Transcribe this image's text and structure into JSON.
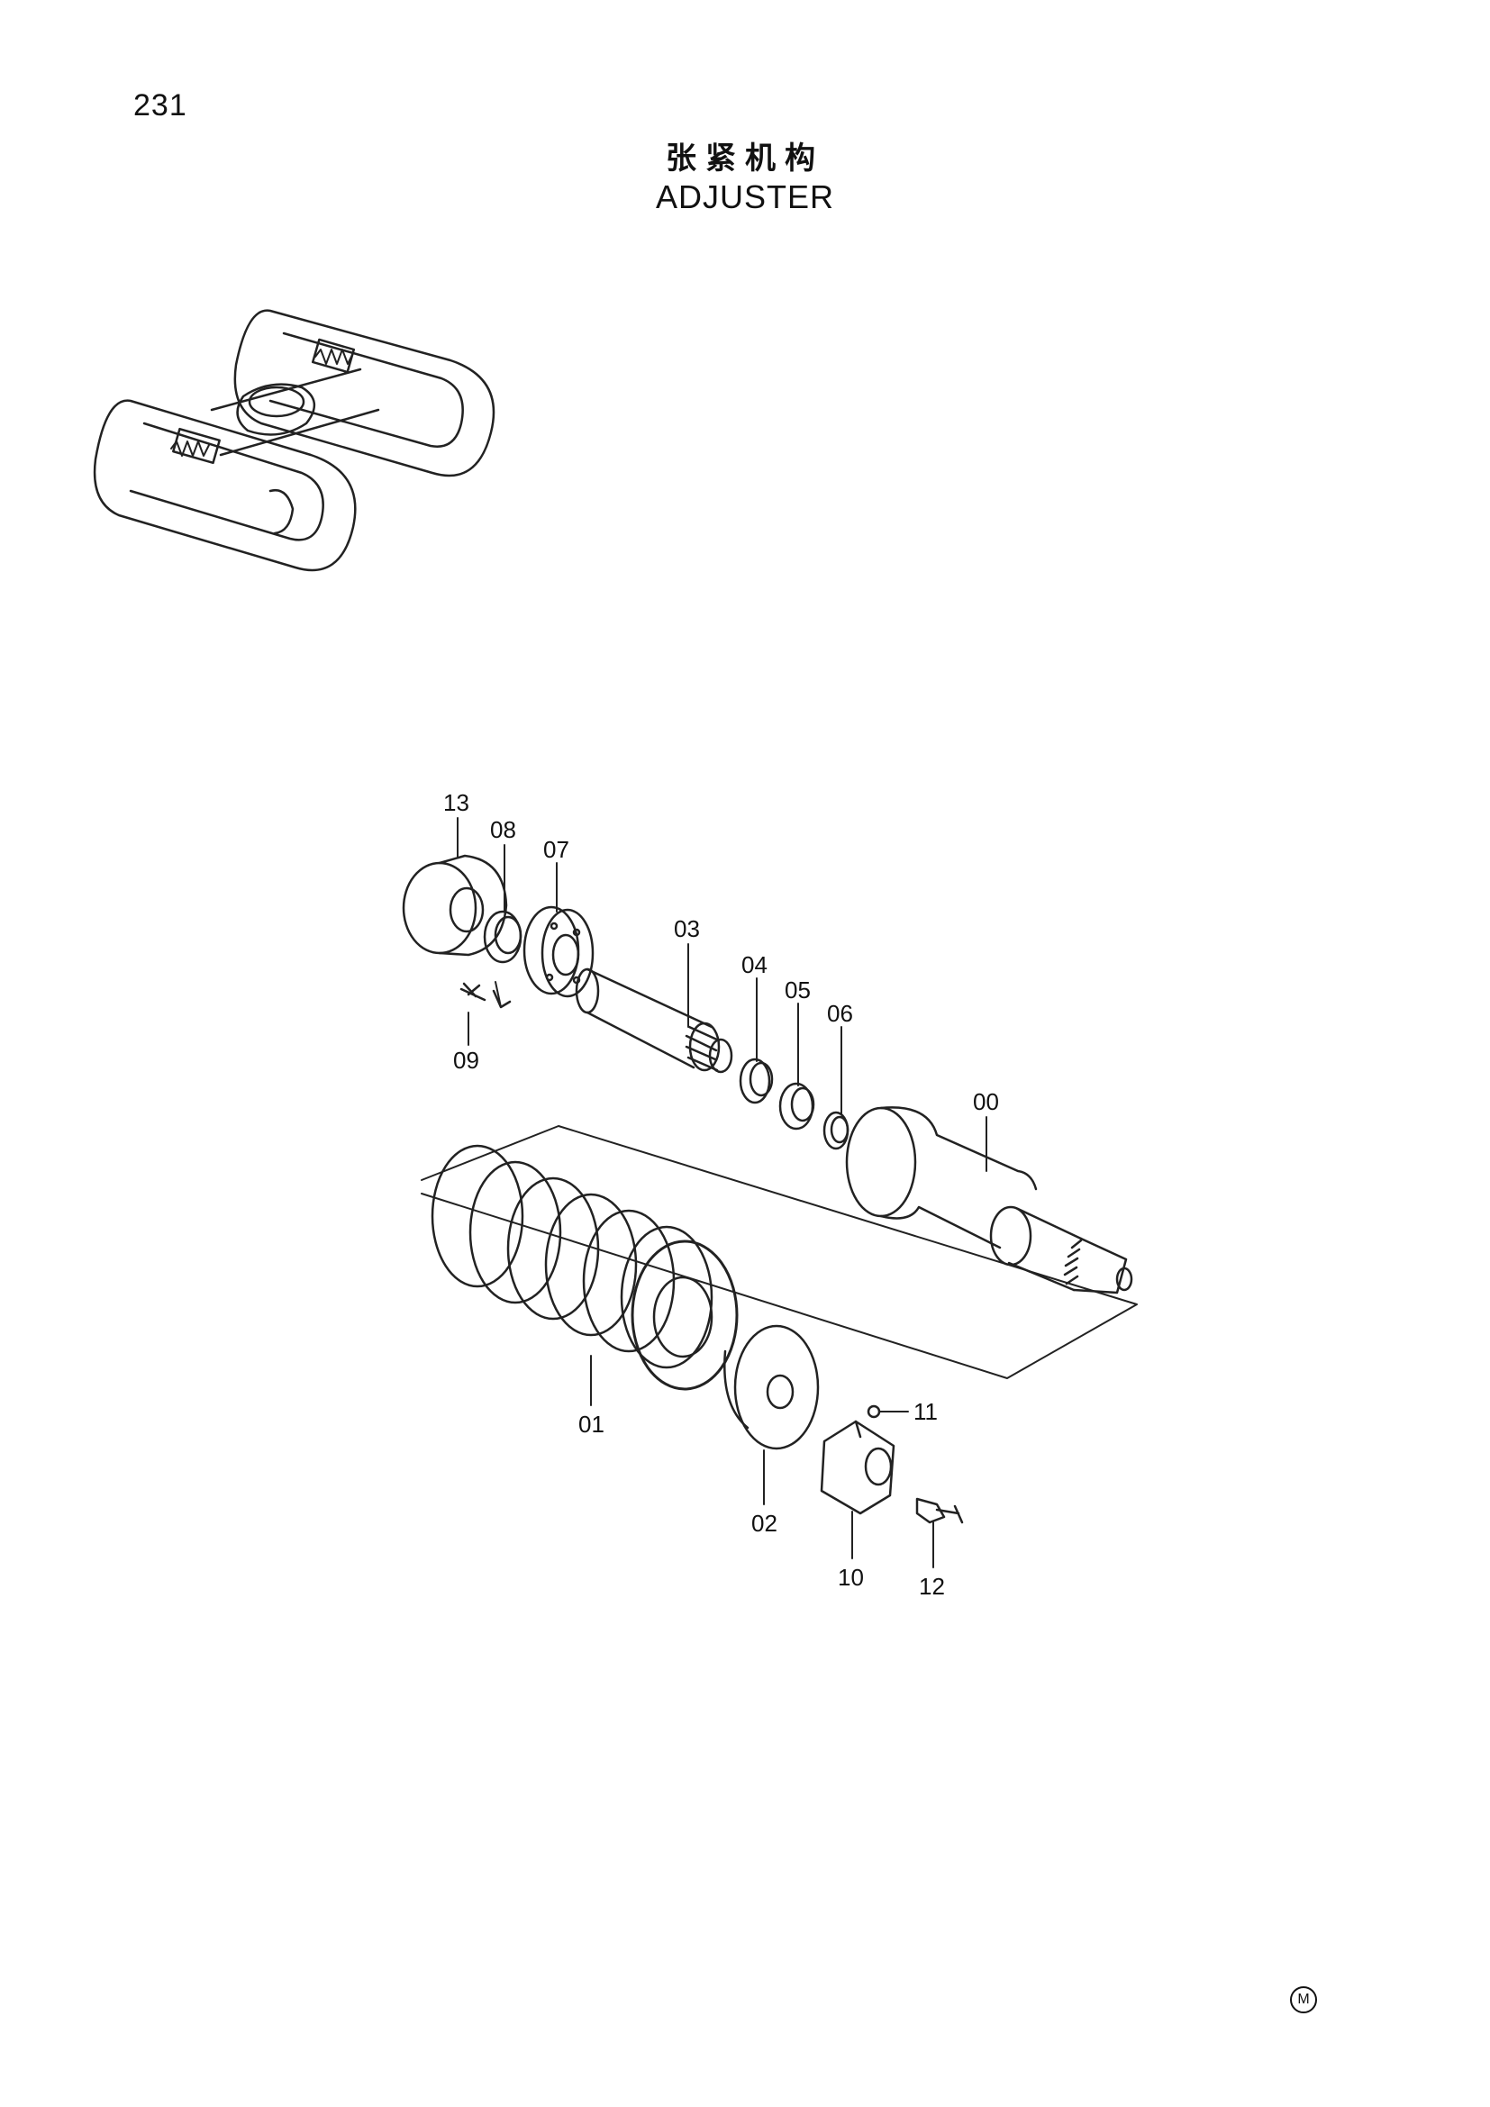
{
  "page": {
    "number": "231"
  },
  "title": {
    "cn": "张紧机构",
    "en": "ADJUSTER"
  },
  "callouts": [
    {
      "id": "13",
      "label": "13"
    },
    {
      "id": "08",
      "label": "08"
    },
    {
      "id": "07",
      "label": "07"
    },
    {
      "id": "09",
      "label": "09"
    },
    {
      "id": "03",
      "label": "03"
    },
    {
      "id": "04",
      "label": "04"
    },
    {
      "id": "05",
      "label": "05"
    },
    {
      "id": "06",
      "label": "06"
    },
    {
      "id": "00",
      "label": "00"
    },
    {
      "id": "01",
      "label": "01"
    },
    {
      "id": "02",
      "label": "02"
    },
    {
      "id": "11",
      "label": "11"
    },
    {
      "id": "10",
      "label": "10"
    },
    {
      "id": "12",
      "label": "12"
    }
  ],
  "footer": {
    "mark": "M"
  }
}
